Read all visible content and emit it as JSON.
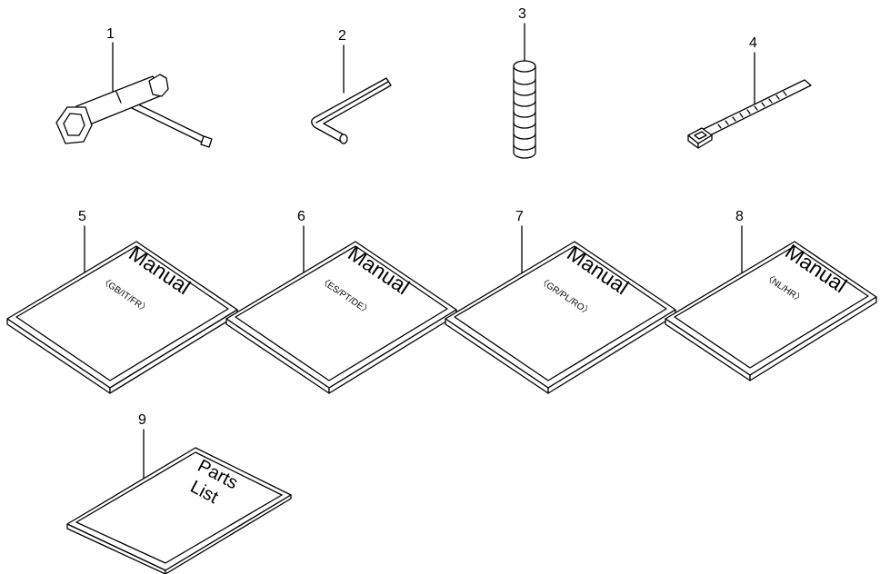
{
  "parts": [
    {
      "number": "1",
      "item": "spark-plug-wrench"
    },
    {
      "number": "2",
      "item": "hex-key"
    },
    {
      "number": "3",
      "item": "cylindrical-stack"
    },
    {
      "number": "4",
      "item": "cable-tie"
    },
    {
      "number": "5",
      "item": "manual",
      "title": "Manual",
      "languages": "〈GB/IT/FR〉"
    },
    {
      "number": "6",
      "item": "manual",
      "title": "Manual",
      "languages": "〈ES/PT/DE〉"
    },
    {
      "number": "7",
      "item": "manual",
      "title": "Manual",
      "languages": "〈GR/PL/RO〉"
    },
    {
      "number": "8",
      "item": "manual",
      "title": "Manual",
      "languages": "〈NL/HR〉"
    },
    {
      "number": "9",
      "item": "parts-list",
      "title_line1": "Parts",
      "title_line2": "List"
    }
  ]
}
